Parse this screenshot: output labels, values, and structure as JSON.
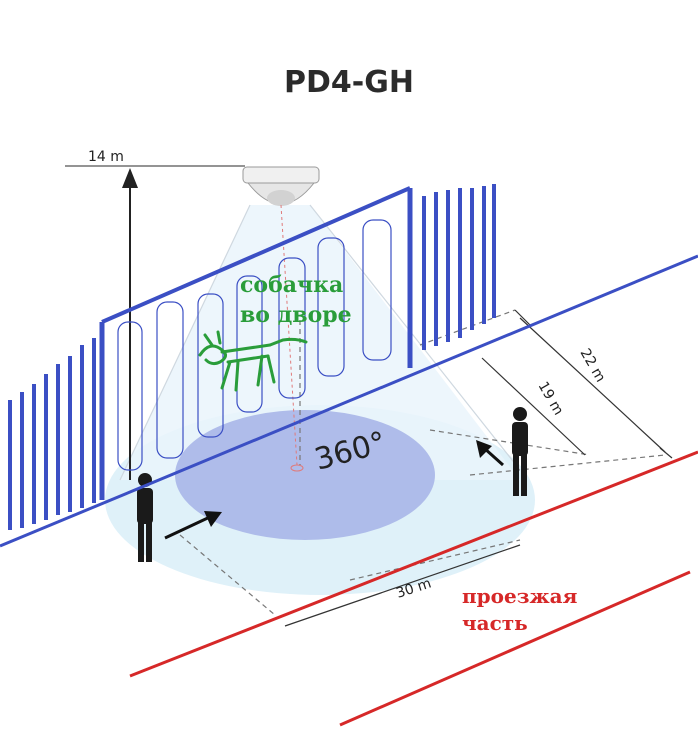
{
  "title": "PD4-GH",
  "dimensions": {
    "height": "14 m",
    "depth_outer": "22 m",
    "depth_inner": "19 m",
    "width": "30 m"
  },
  "coverage_angle": "360°",
  "annotations": {
    "dog_line1": "собачка",
    "dog_line2": "во дворе",
    "road_line1": "проезжая",
    "road_line2": "часть"
  },
  "colors": {
    "fence": "#3b4fc4",
    "road": "#d62828",
    "dog": "#2a9d3a",
    "coverage_outer": "#d7eef8",
    "coverage_inner": "#a8b4e6"
  }
}
